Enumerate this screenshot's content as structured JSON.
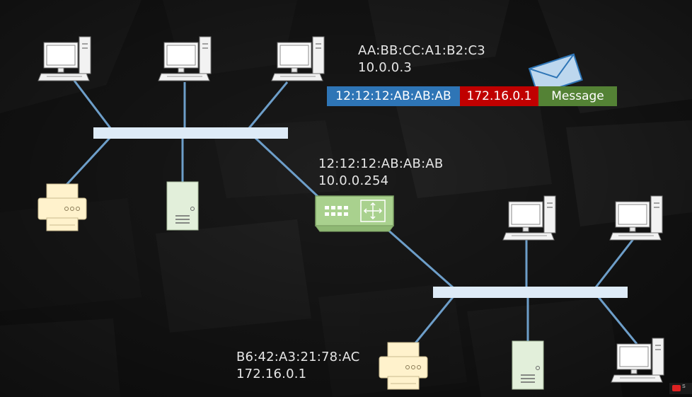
{
  "source_host": {
    "mac": "AA:BB:CC:A1:B2:C3",
    "ip": "10.0.0.3"
  },
  "router": {
    "mac": "12:12:12:AB:AB:AB",
    "ip": "10.0.0.254"
  },
  "destination_host": {
    "mac": "B6:42:A3:21:78:AC",
    "ip": "172.16.0.1"
  },
  "frame": {
    "dest_mac": "12:12:12:AB:AB:AB",
    "dest_ip": "172.16.0.1",
    "payload": "Message"
  },
  "colors": {
    "mac_field": "#2e75b6",
    "ip_field": "#c00000",
    "payload_field": "#548235",
    "link": "#6d9ec9",
    "bus": "#deebf7",
    "device_body": "#f3f3f3",
    "printer": "#fff2cc",
    "server": "#e2efda",
    "router": "#a9d18e"
  },
  "watermark": {
    "icon": "youtube-icon",
    "text": "S"
  }
}
